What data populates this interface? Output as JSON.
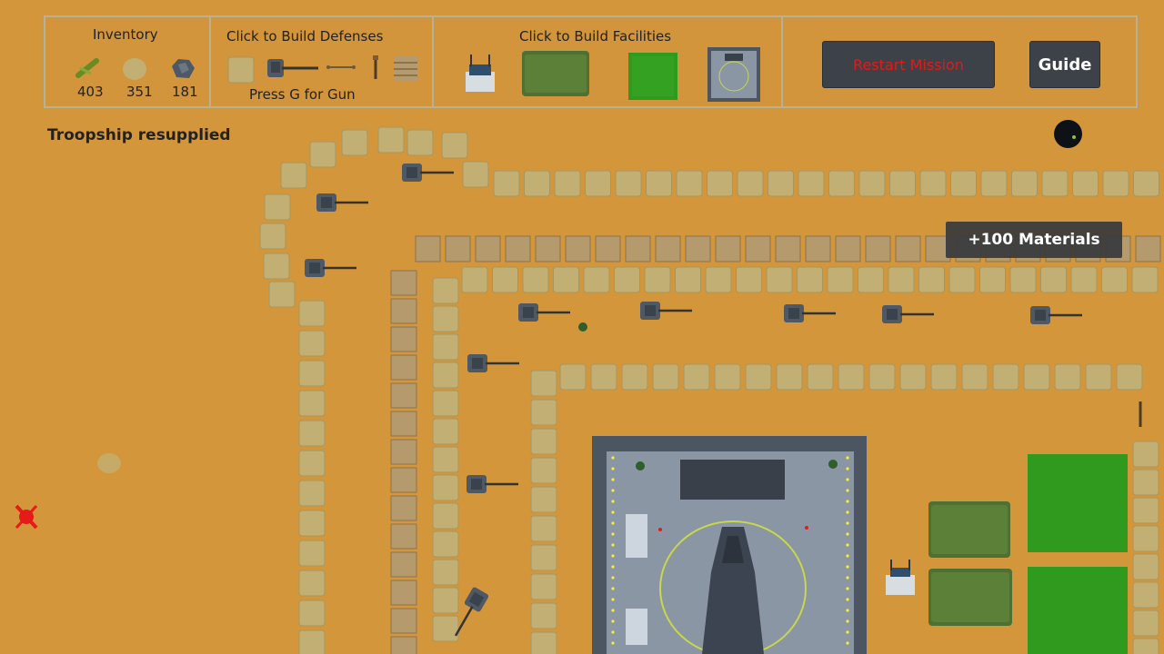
{
  "hud": {
    "inventory_title": "Inventory",
    "defenses_title": "Click to Build Defenses",
    "defenses_hint": "Press G for Gun",
    "facilities_title": "Click to Build Facilities",
    "restart_label": "Restart Mission",
    "guide_label": "Guide"
  },
  "inventory": [
    {
      "resource": "wood-icon",
      "count": "403"
    },
    {
      "resource": "sand-icon",
      "count": "351"
    },
    {
      "resource": "metal-scrap-icon",
      "count": "181"
    }
  ],
  "status_message": "Troopship resupplied",
  "toast_message": "+100 Materials",
  "colors": {
    "ground": "#d4963a",
    "sandbag": "#c2af74",
    "barrier": "#b59a6e",
    "tent": "#5b7d3a",
    "crops": "#3aa624",
    "helipad": "#8a96a4",
    "restart_text": "#e21a1a",
    "enemy": "#e61a1a"
  }
}
